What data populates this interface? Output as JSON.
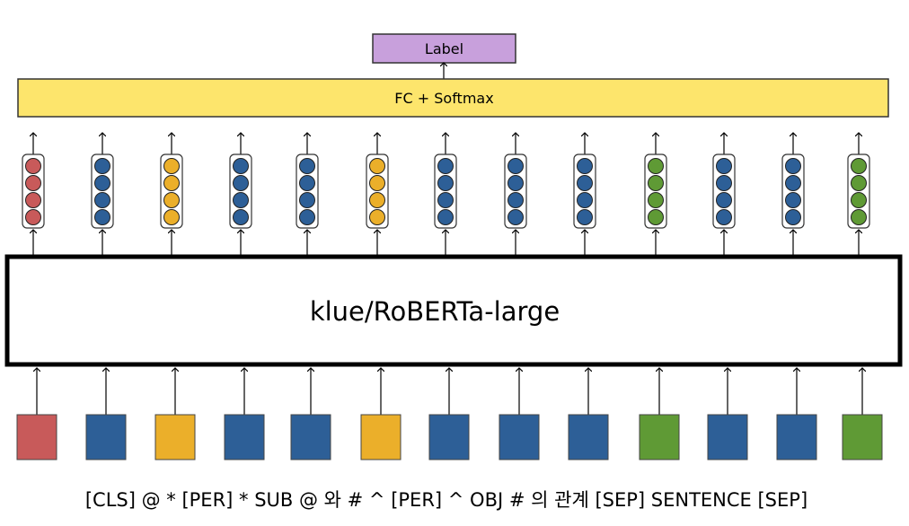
{
  "label_box": {
    "text": "Label"
  },
  "fc_layer": {
    "text": "FC + Softmax"
  },
  "model": {
    "text": "klue/RoBERTa-large"
  },
  "caption": {
    "text": "[CLS] @ * [PER] * SUB @ 와 # ^ [PER] ^ OBJ # 의 관계 [SEP] SENTENCE [SEP]"
  },
  "colors": {
    "red": "#c85a5a",
    "blue": "#2d5f97",
    "yellow": "#ebaf2a",
    "green": "#5f9a35",
    "label_fill": "#c8a0dc",
    "fc_fill": "#fde56c"
  },
  "tokens": [
    "red",
    "blue",
    "yellow",
    "blue",
    "blue",
    "yellow",
    "blue",
    "blue",
    "blue",
    "green",
    "blue",
    "blue",
    "green"
  ]
}
